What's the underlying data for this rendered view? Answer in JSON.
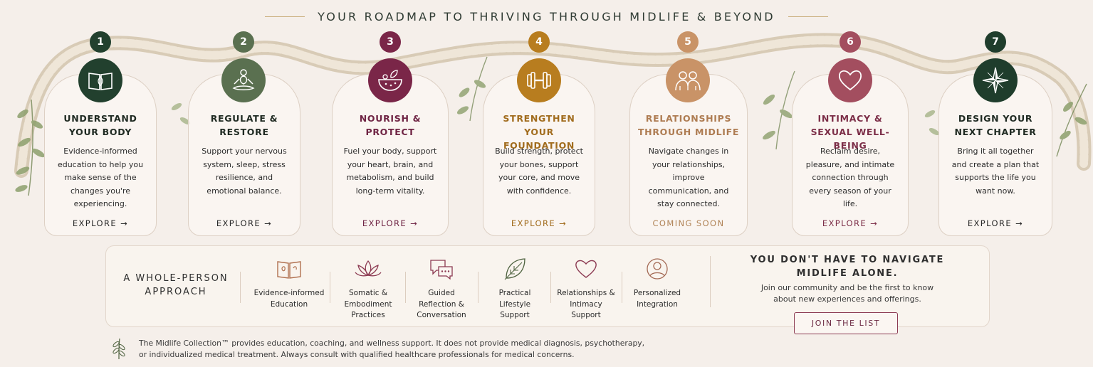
{
  "header": {
    "title": "YOUR ROADMAP TO THRIVING THROUGH MIDLIFE & BEYOND"
  },
  "steps": [
    {
      "number": "1",
      "title": "UNDERSTAND YOUR BODY",
      "title_lines": [
        "UNDERSTAND",
        "YOUR BODY"
      ],
      "description": "Evidence-informed education to help you make sense of the changes you're experiencing.",
      "link": "EXPLORE →",
      "color": "#22402e",
      "title_color": "#1f2a22",
      "link_color": "#2a2a2a",
      "icon": "open-book-icon"
    },
    {
      "number": "2",
      "title": "REGULATE & RESTORE",
      "title_lines": [
        "REGULATE &",
        "RESTORE"
      ],
      "description": "Support your nervous system, sleep, stress resilience, and emotional balance.",
      "link": "EXPLORE →",
      "color": "#5a7050",
      "title_color": "#1f2a22",
      "link_color": "#2a2a2a",
      "icon": "meditation-icon"
    },
    {
      "number": "3",
      "title": "NOURISH & PROTECT",
      "title_lines": [
        "NOURISH &",
        "PROTECT"
      ],
      "description": "Fuel your body, support your heart, brain, and metabolism, and build long-term vitality.",
      "link": "EXPLORE →",
      "color": "#7a2648",
      "title_color": "#6f2444",
      "link_color": "#6f2444",
      "icon": "bowl-icon"
    },
    {
      "number": "4",
      "title": "STRENGTHEN YOUR FOUNDATION",
      "title_lines": [
        "STRENGTHEN YOUR",
        "FOUNDATION"
      ],
      "description": "Build strength, protect your bones, support your core, and move with confidence.",
      "link": "EXPLORE →",
      "color": "#b87d1f",
      "title_color": "#a16c1d",
      "link_color": "#a16c1d",
      "icon": "dumbbell-icon"
    },
    {
      "number": "5",
      "title": "RELATIONSHIPS THROUGH MIDLIFE",
      "title_lines": [
        "RELATIONSHIPS",
        "THROUGH MIDLIFE"
      ],
      "description": "Navigate changes in your relationships, improve communication, and stay connected.",
      "link": "COMING SOON",
      "color": "#c99367",
      "title_color": "#ae7c52",
      "link_color": "#b08356",
      "icon": "people-icon"
    },
    {
      "number": "6",
      "title": "INTIMACY & SEXUAL WELL-BEING",
      "title_lines": [
        "INTIMACY &",
        "SEXUAL WELL-BEING"
      ],
      "description": "Reclaim desire, pleasure, and intimate connection through every season of your life.",
      "link": "EXPLORE →",
      "color": "#a34e5f",
      "title_color": "#7c2e48",
      "link_color": "#7c2e48",
      "icon": "heart-icon"
    },
    {
      "number": "7",
      "title": "DESIGN YOUR NEXT CHAPTER",
      "title_lines": [
        "DESIGN YOUR",
        "NEXT CHAPTER"
      ],
      "description": "Bring it all together and create a plan that supports the life you want now.",
      "link": "EXPLORE →",
      "color": "#1f3d2c",
      "title_color": "#1f2a22",
      "link_color": "#2a2a2a",
      "icon": "compass-star-icon"
    }
  ],
  "approach": {
    "title_lines": [
      "A WHOLE-PERSON",
      "APPROACH"
    ],
    "features": [
      {
        "label_lines": [
          "Evidence-informed",
          "Education"
        ],
        "icon": "book-icon"
      },
      {
        "label_lines": [
          "Somatic &",
          "Embodiment",
          "Practices"
        ],
        "icon": "lotus-icon"
      },
      {
        "label_lines": [
          "Guided",
          "Reflection &",
          "Conversation"
        ],
        "icon": "chat-bubbles-icon"
      },
      {
        "label_lines": [
          "Practical",
          "Lifestyle",
          "Support"
        ],
        "icon": "leaf-icon"
      },
      {
        "label_lines": [
          "Relationships &",
          "Intimacy",
          "Support"
        ],
        "icon": "heart-outline-icon"
      },
      {
        "label_lines": [
          "Personalized",
          "Integration"
        ],
        "icon": "person-circle-icon"
      }
    ]
  },
  "cta": {
    "title_lines": [
      "YOU DON'T HAVE TO NAVIGATE",
      "MIDLIFE ALONE."
    ],
    "description_lines": [
      "Join our community and be the first to know",
      "about new experiences and offerings."
    ],
    "button": "JOIN THE LIST"
  },
  "disclaimer": {
    "lines": [
      "The Midlife Collection™ provides education, coaching, and wellness support. It does not provide medical diagnosis, psychotherapy,",
      "or individualized medical treatment. Always consult with qualified healthcare professionals for medical concerns."
    ]
  }
}
